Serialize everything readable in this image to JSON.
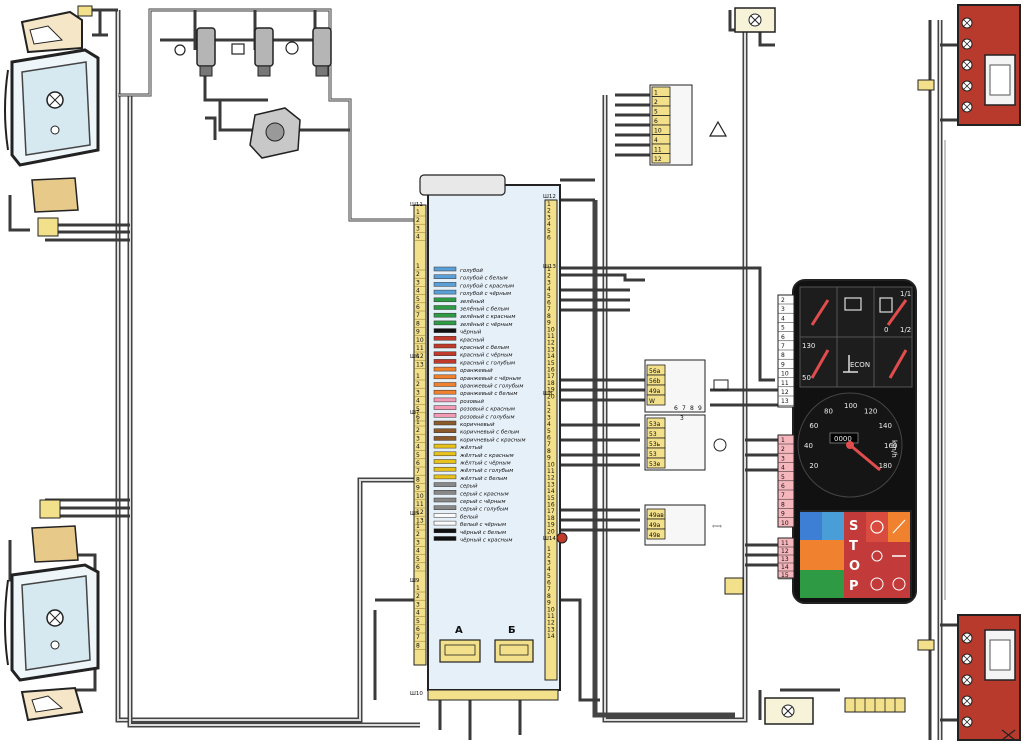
{
  "block": {
    "connectors": [
      "Ш11",
      "Ш12",
      "Ш13",
      "Ш6",
      "Ш7",
      "Ш8",
      "Ш5",
      "Ш9",
      "Ш10",
      "Ш14"
    ],
    "sub_blocks": [
      "А",
      "Б"
    ]
  },
  "legend": [
    "голубой",
    "голубой с белым",
    "голубой с красным",
    "голубой с чёрным",
    "зелёный",
    "зелёный с белым",
    "зелёный с красным",
    "зелёный с чёрным",
    "чёрный",
    "красный",
    "красный с белым",
    "красный с чёрным",
    "красный с голубым",
    "оранжевый",
    "оранжевый с чёрным",
    "оранжевый с голубым",
    "оранжевый с белым",
    "розовый",
    "розовый с красным",
    "розовый с голубым",
    "коричневый",
    "коричневый с белым",
    "коричневый с красным",
    "жёлтый",
    "жёлтый с красным",
    "жёлтый с чёрным",
    "жёлтый с голубым",
    "жёлтый с белым",
    "серый",
    "серый с красным",
    "серый с чёрным",
    "серый с голубым",
    "белый",
    "белый с чёрным",
    "чёрный с белым",
    "чёрный с красным"
  ],
  "relay1_pins": [
    "1",
    "2",
    "5",
    "6",
    "10",
    "4",
    "11",
    "12"
  ],
  "relay2_pins": [
    "56а",
    "56b",
    "49а",
    "W"
  ],
  "relay2_bottom": [
    "6",
    "7",
    "8",
    "9"
  ],
  "relay3_pins": [
    "53а",
    "53",
    "53ь",
    "53",
    "53е"
  ],
  "relay3_bottom": [
    "3"
  ],
  "relay4_pins": [
    "49ав",
    "49а",
    "49в"
  ],
  "cluster_left_pins": [
    "2",
    "3",
    "4",
    "5",
    "6",
    "7",
    "8",
    "9",
    "10",
    "11",
    "12",
    "13"
  ],
  "cluster_pink_pins": [
    "1",
    "2",
    "3",
    "4",
    "5",
    "6",
    "7",
    "8",
    "9",
    "10"
  ],
  "cluster_bottom_pins": [
    "11",
    "12",
    "13",
    "14",
    "15"
  ],
  "cluster": {
    "speed_ticks": [
      "20",
      "40",
      "60",
      "80",
      "100",
      "120",
      "140",
      "160",
      "180"
    ],
    "tacho_marks": [
      "1/2",
      "0",
      "1/1",
      "130",
      "50"
    ],
    "unit": "km/h",
    "odometer": "0000",
    "econ_label": "ECON",
    "stop_letters": [
      "S",
      "T",
      "O",
      "P"
    ]
  },
  "colors": {
    "connector_fill": "#f3e08a",
    "block_fill": "#e6f0f8",
    "lamp_red": "#c0392b",
    "cluster_bg": "#111111",
    "warning_pink": "#f5b6bc",
    "relay_fill": "#f7f7f7"
  },
  "icons": [
    "headlight-icon",
    "horn-icon",
    "washer-motor-icon",
    "fuse-icon",
    "lamp-icon",
    "wiper-icon",
    "hazard-triangle-icon",
    "battery-icon",
    "fuel-pump-icon",
    "oil-can-icon",
    "brake-warning-icon",
    "seatbelt-icon"
  ]
}
